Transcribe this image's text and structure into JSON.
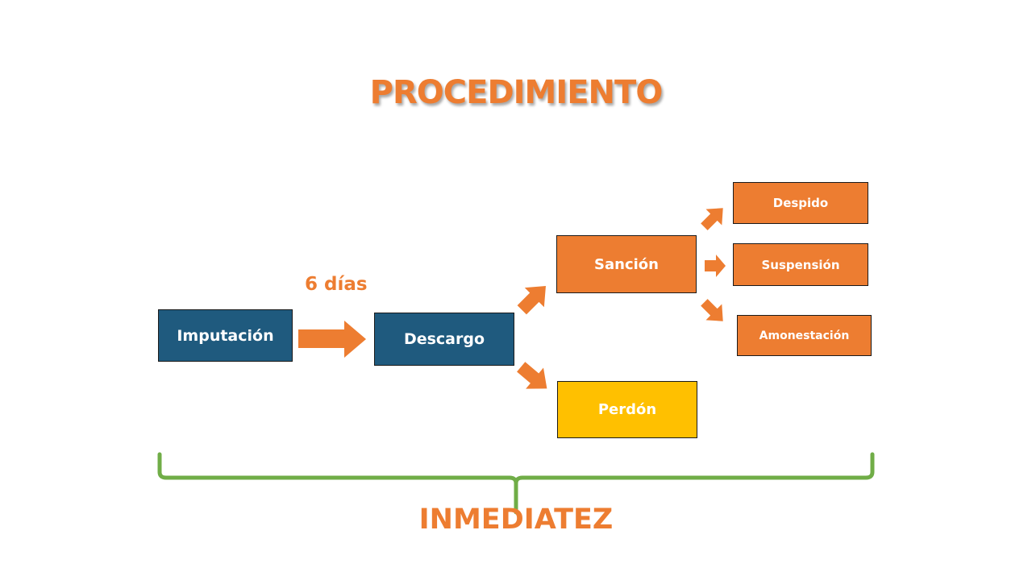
{
  "title": "PROCEDIMIENTO",
  "nodes": {
    "imputacion": "Imputación",
    "descargo": "Descargo",
    "sancion": "Sanción",
    "perdon": "Perdón",
    "despido": "Despido",
    "suspension": "Suspensión",
    "amonestacion": "Amonestación"
  },
  "edge_label": "6 días",
  "bracket_label": "INMEDIATEZ",
  "colors": {
    "accent": "#ED7D31",
    "blue_box": "#1F5A7E",
    "yellow_box": "#FFC000",
    "bracket": "#70AD47"
  }
}
